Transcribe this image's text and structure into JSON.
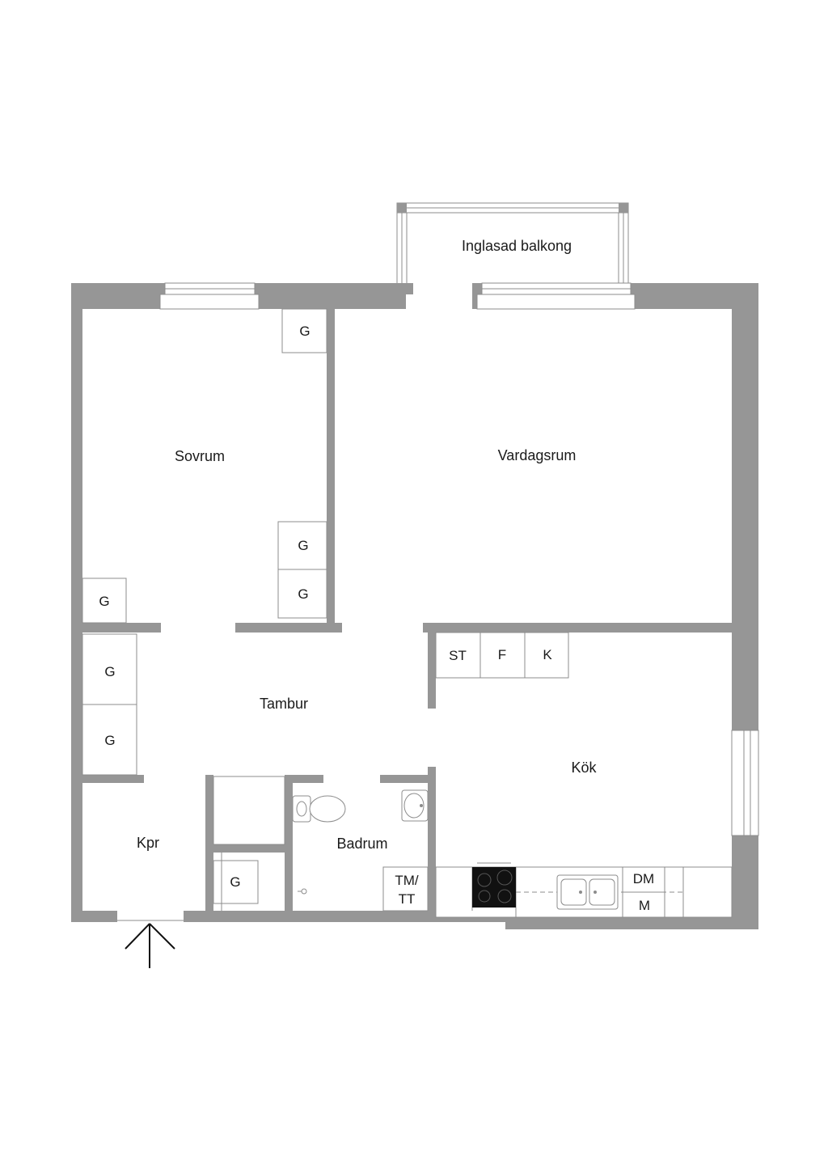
{
  "rooms": {
    "balcony": "Inglasad balkong",
    "bedroom": "Sovrum",
    "living": "Vardagsrum",
    "hall": "Tambur",
    "kitchen": "Kök",
    "closet": "Kpr",
    "bathroom": "Badrum"
  },
  "fixtures": {
    "wardrobe": "G",
    "stove_cabinet": "ST",
    "freezer": "F",
    "fridge": "K",
    "washer_line1": "TM/",
    "washer_line2": "TT",
    "dishwasher": "DM",
    "microwave": "M"
  },
  "colors": {
    "wall": "#969696",
    "fixture_stroke": "#8c8c8c",
    "background": "#ffffff"
  }
}
